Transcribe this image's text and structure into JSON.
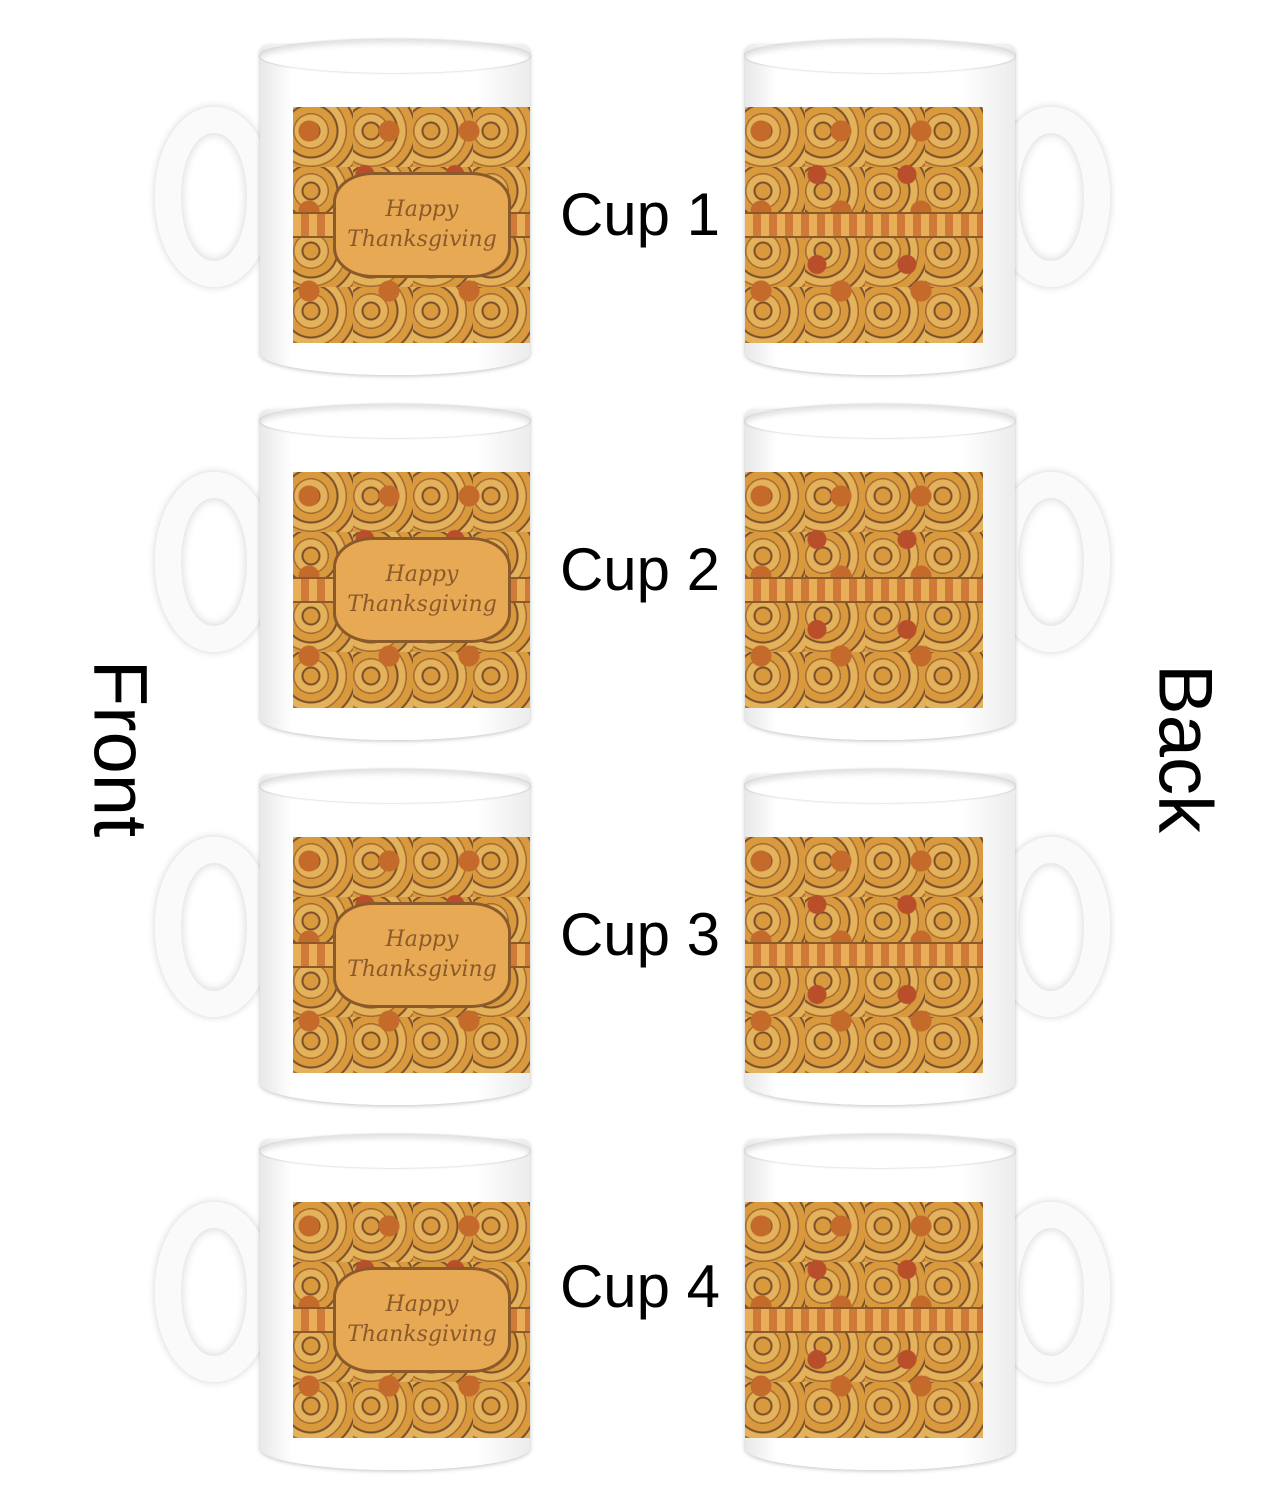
{
  "side_labels": {
    "front": "Front",
    "back": "Back"
  },
  "design_text": {
    "line1": "Happy",
    "line2": "Thanksgiving"
  },
  "cups": [
    {
      "label": "Cup 1"
    },
    {
      "label": "Cup 2"
    },
    {
      "label": "Cup 3"
    },
    {
      "label": "Cup 4"
    }
  ],
  "colors": {
    "pattern_base": "#d8973f",
    "text_brown": "#8b5a2b",
    "label_fill": "#e8a955"
  }
}
